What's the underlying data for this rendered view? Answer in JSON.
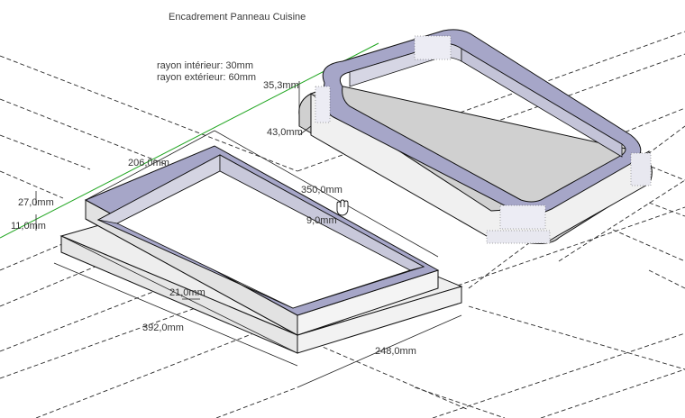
{
  "model": {
    "title": "Encadrement Panneau Cuisine",
    "notes": [
      "rayon intérieur:  30mm",
      "rayon extérieur:  60mm"
    ]
  },
  "dimensions": {
    "d_206": "206,0mm",
    "d_350": "350,0mm",
    "d_27": "27,0mm",
    "d_11": "11,0mm",
    "d_9": "9,0mm",
    "d_21": "21,0mm",
    "d_392": "392,0mm",
    "d_248": "248,0mm",
    "d_35": "35,3mm",
    "d_43": "43,0mm"
  },
  "colors": {
    "background": "#ffffff",
    "face_top": "#a6a6c8",
    "face_side": "#d8d8d8",
    "face_light": "#eeeeee",
    "grid": "#2b2b2b",
    "green_axis": "#1fa51f"
  },
  "icons": {
    "cursor": "hand-cursor-icon"
  }
}
